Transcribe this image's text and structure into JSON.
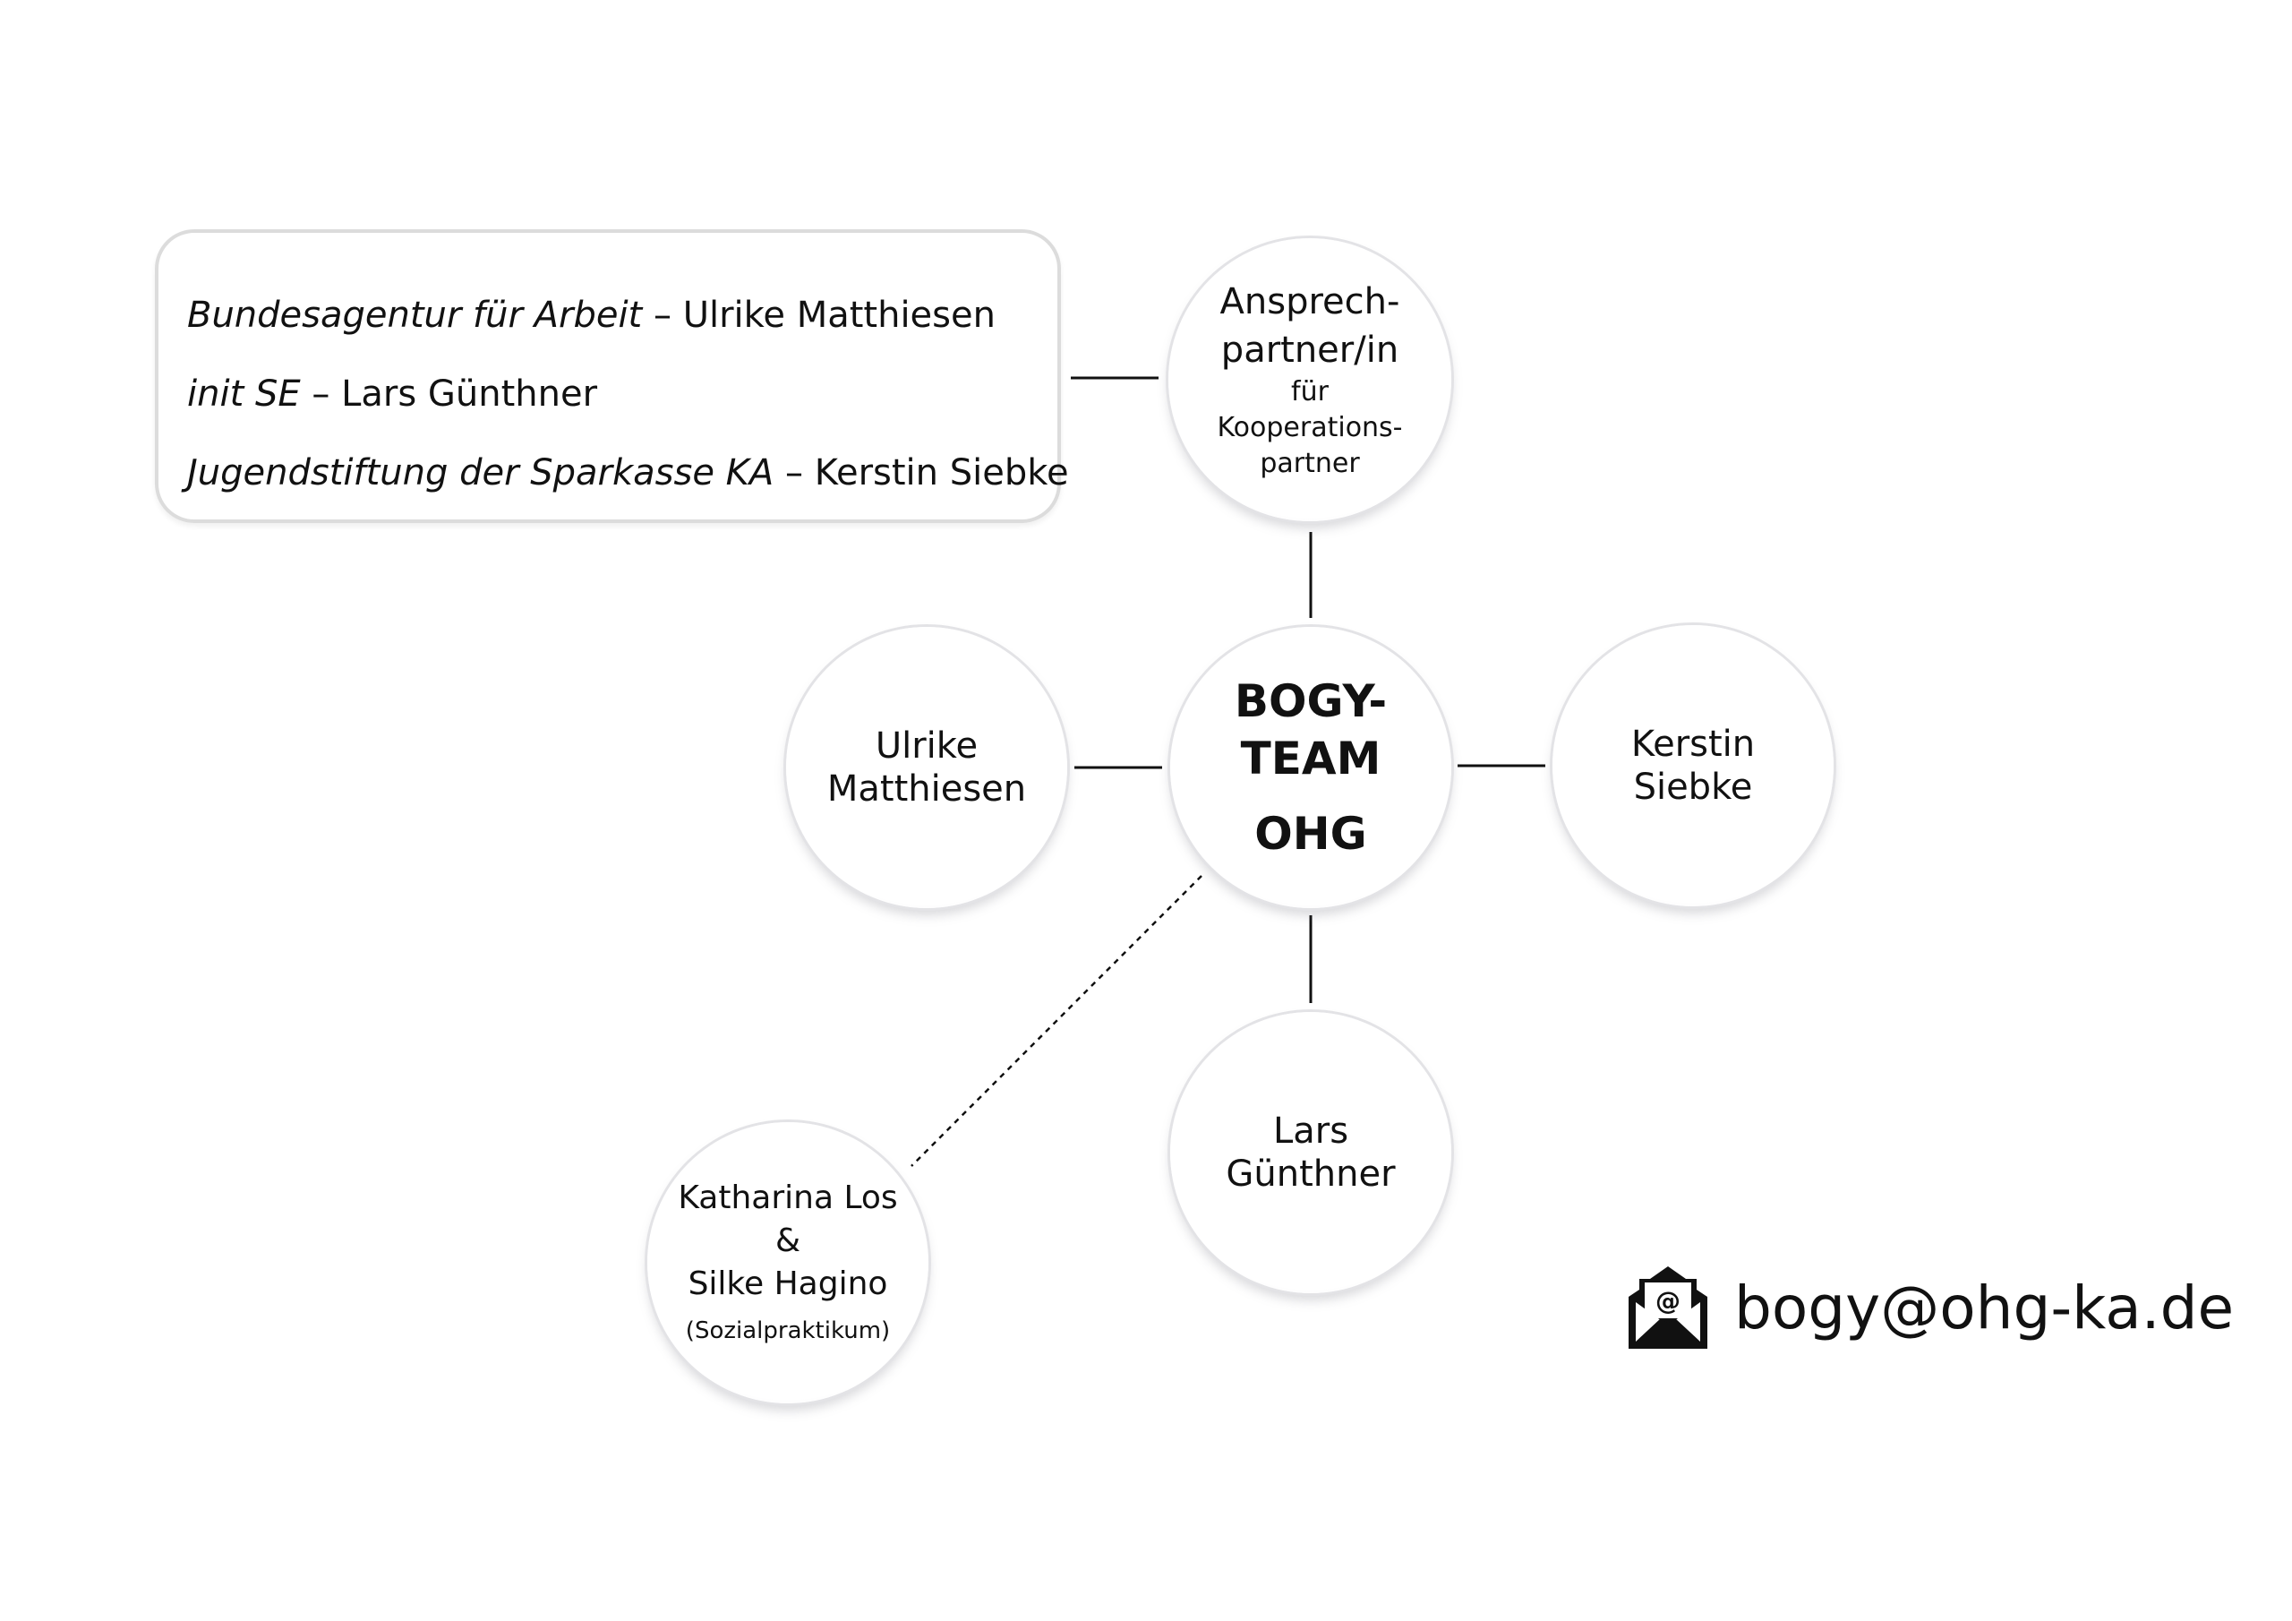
{
  "partners": {
    "items": [
      {
        "org": "Bundesagentur für Arbeit",
        "sep": " – ",
        "person": "Ulrike Matthiesen"
      },
      {
        "org": "init SE",
        "sep": " – ",
        "person": "Lars Günthner"
      },
      {
        "org": "Jugendstiftung der Sparkasse KA",
        "sep": " – ",
        "person": "Kerstin Siebke"
      }
    ]
  },
  "nodes": {
    "contact": {
      "line1": "Ansprech-",
      "line2": "partner/in",
      "sub1": "für",
      "sub2": "Kooperations-",
      "sub3": "partner"
    },
    "center": {
      "line1": "BOGY-",
      "line2": "TEAM",
      "line3": "OHG"
    },
    "ulrike": {
      "line1": "Ulrike",
      "line2": "Matthiesen"
    },
    "kerstin": {
      "line1": "Kerstin",
      "line2": "Siebke"
    },
    "lars": {
      "line1": "Lars",
      "line2": "Günthner"
    },
    "katharina": {
      "line1": "Katharina Los",
      "line2": "&",
      "line3": "Silke Hagino",
      "sub": "(Sozialpraktikum)"
    }
  },
  "email": {
    "address": "bogy@ohg-ka.de",
    "icon": "envelope-at-icon"
  },
  "colors": {
    "line": "#111111",
    "border": "#dcdcdc",
    "text": "#111111"
  }
}
